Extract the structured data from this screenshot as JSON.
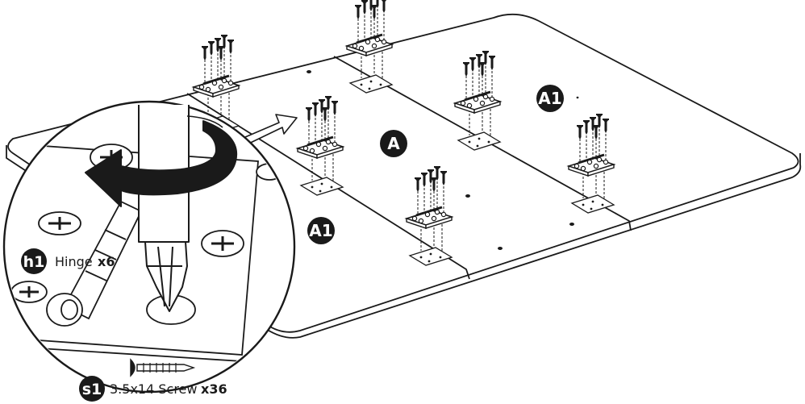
{
  "panels": {
    "left_label": "A1",
    "center_label": "A",
    "right_label": "A1"
  },
  "legend": {
    "hinge": {
      "code": "h1",
      "name": "Hinge",
      "qty": "x6"
    },
    "screw": {
      "code": "s1",
      "name": "3.5x14 Screw",
      "qty": "x36"
    }
  },
  "icons": {
    "rotation": "clockwise-rotation-arrow-icon",
    "callout": "callout-arrow-icon",
    "screwdriver": "screwdriver-icon",
    "screw": "screw-icon",
    "hinge": "hinge-icon"
  },
  "colors": {
    "line": "#1a1a1a",
    "fill": "#ffffff",
    "badge": "#1a1a1a"
  }
}
